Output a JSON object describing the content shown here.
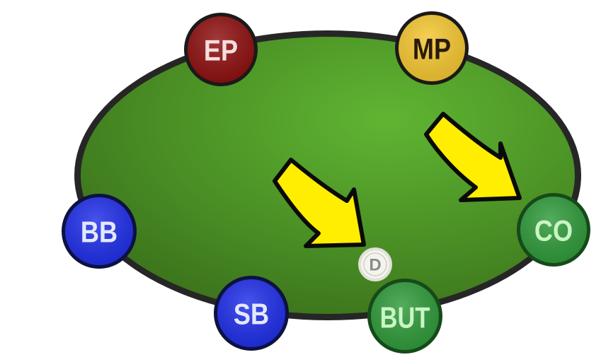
{
  "table": {
    "felt_color_light": "#5aae2e",
    "felt_color_dark": "#3f7a1e",
    "rail_color": "#262626"
  },
  "seats": [
    {
      "label": "EP",
      "name": "early-position",
      "fill": "#8e0f0f",
      "text_color": "#f6dede"
    },
    {
      "label": "MP",
      "name": "middle-position",
      "fill": "#f5c731",
      "text_color": "#2a1a0a"
    },
    {
      "label": "CO",
      "name": "cutoff",
      "fill": "#2f9a3a",
      "text_color": "#c9f5c4"
    },
    {
      "label": "BUT",
      "name": "button",
      "fill": "#2f9a3a",
      "text_color": "#c9f5c4"
    },
    {
      "label": "SB",
      "name": "small-blind",
      "fill": "#1f2ee8",
      "text_color": "#e4e8ff"
    },
    {
      "label": "BB",
      "name": "big-blind",
      "fill": "#1f2ee8",
      "text_color": "#e4e8ff"
    }
  ],
  "dealer_chip": {
    "label": "D",
    "fill": "#f4f4ee",
    "text_color": "#8a8a8a"
  },
  "arrows": [
    {
      "name": "arrow-to-button",
      "target": "BUT",
      "color": "#ffee00"
    },
    {
      "name": "arrow-to-cutoff",
      "target": "CO",
      "color": "#ffee00"
    }
  ]
}
